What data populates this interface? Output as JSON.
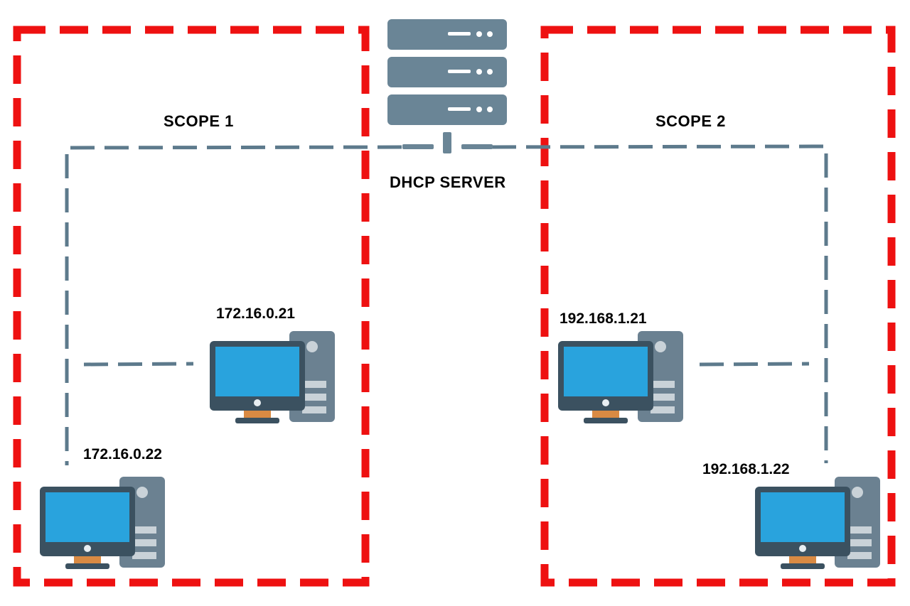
{
  "scopes": [
    {
      "label": "SCOPE 1"
    },
    {
      "label": "SCOPE 2"
    }
  ],
  "server": {
    "label": "DHCP SERVER",
    "icon": "server-rack-icon"
  },
  "clients": [
    {
      "ip": "172.16.0.21",
      "scope": "SCOPE 1",
      "icon": "desktop-computer-icon"
    },
    {
      "ip": "172.16.0.22",
      "scope": "SCOPE 1",
      "icon": "desktop-computer-icon"
    },
    {
      "ip": "192.168.1.21",
      "scope": "SCOPE 2",
      "icon": "desktop-computer-icon"
    },
    {
      "ip": "192.168.1.22",
      "scope": "SCOPE 2",
      "icon": "desktop-computer-icon"
    }
  ],
  "colors": {
    "scope_border": "#ee1111",
    "network_line": "#5d7a8c",
    "server_body": "#6a8596",
    "monitor_frame": "#3b5160",
    "monitor_screen": "#29a3dd",
    "stand": "#d98a43",
    "tower": "#6b8191",
    "tower_slot": "#c9d2d8"
  }
}
